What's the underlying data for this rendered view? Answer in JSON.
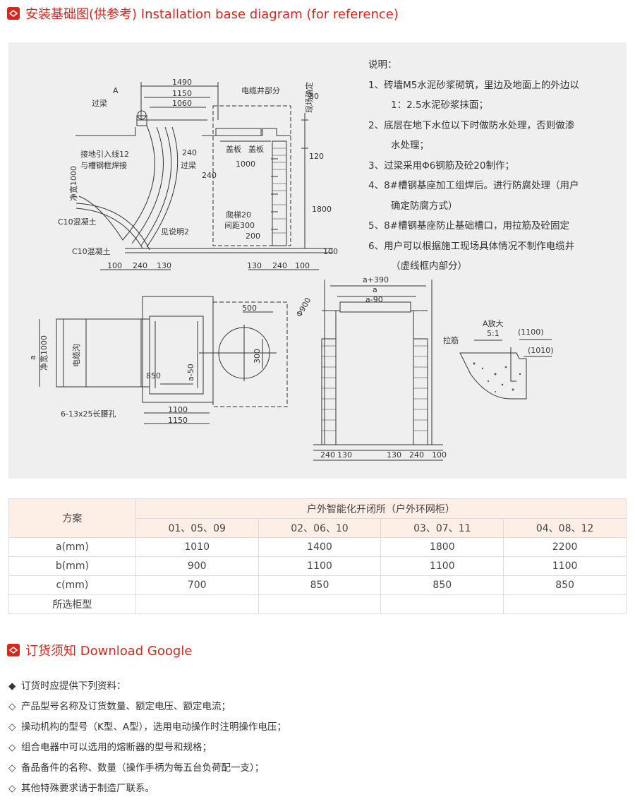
{
  "section1": {
    "title": "安装基础图(供参考) Installation base diagram (for reference)"
  },
  "section2": {
    "title": "订货须知 Download Google"
  },
  "notes": {
    "heading": "说明：",
    "lines": [
      "1、砖墙M5水泥砂浆砌筑，里边及地面上的外边以",
      "1：2.5水泥砂浆抹面；",
      "2、底层在地下水位以下时做防水处理，否则做渗",
      "水处理；",
      "3、过梁采用Φ6钢筋及砼20制作；",
      "4、8#槽钢基座加工组焊后。进行防腐处理（用户",
      "确定防腐方式）",
      "5、8#槽钢基座防止基础槽口，用拉筋及砼固定",
      "6、用户可以根据施工现场具体情况不制作电缆井",
      "（虚线框内部分）"
    ]
  },
  "labels": {
    "d1490": "1490",
    "d1150": "1150",
    "d1060": "1060",
    "A": "A",
    "guoliang": "过梁",
    "dianlanjing": "电缆井部分",
    "xianchang": "现场确定",
    "d80": "80",
    "d120": "120",
    "d240v": "240",
    "d240h": "240",
    "d1000": "1000",
    "gaiban1": "盖板",
    "gaiban2": "盖板",
    "guoliang2": "过梁",
    "jiedi1": "接地引入线12",
    "jiedi2": "与槽钢框焊接",
    "jingkuan": "净宽1000",
    "d1800": "1800",
    "pati1": "爬梯20",
    "pati2": "间距300",
    "d200": "200",
    "c10a": "C10混凝土",
    "c10b": "C10混凝土",
    "jianshuoming": "见说明2",
    "d100r": "100",
    "b100": "100",
    "b240": "240",
    "b130": "130",
    "b130r": "130",
    "b240r": "240",
    "b100r": "100",
    "a": "a",
    "jingkuan2": "净宽1000",
    "dianlangou": "电缆沟",
    "d500": "500",
    "phi900": "Φ900",
    "d300": "300",
    "am50": "a-50",
    "d850": "850",
    "kong": "6-13x25长腰孔",
    "d1100": "1100",
    "d1150b": "1150",
    "ap390": "a+390",
    "a2": "a",
    "am90": "a-90",
    "s240": "240",
    "s130": "130",
    "s130r": "130",
    "s240r": "240",
    "s100r": "100",
    "Afangda": "A放大",
    "ratio": "5:1",
    "lajin": "拉筋",
    "p1100": "(1100)",
    "p1010": "(1010)"
  },
  "table": {
    "scheme_header": "方案",
    "group_header": "户外智能化开闭所（户外环网柜）",
    "columns": [
      "01、05、09",
      "02、06、10",
      "03、07、11",
      "04、08、12"
    ],
    "rows": [
      {
        "label": "a(mm)",
        "values": [
          "1010",
          "1400",
          "1800",
          "2200"
        ]
      },
      {
        "label": "b(mm)",
        "values": [
          "900",
          "1100",
          "1100",
          "1100"
        ]
      },
      {
        "label": "c(mm)",
        "values": [
          "700",
          "850",
          "850",
          "850"
        ]
      },
      {
        "label": "所选柜型",
        "values": [
          "",
          "",
          "",
          ""
        ]
      }
    ]
  },
  "order": {
    "items": [
      {
        "mark": "◆",
        "text": "订货时应提供下列资料："
      },
      {
        "mark": "◇",
        "text": "产品型号名称及订货数量、额定电压、额定电流；"
      },
      {
        "mark": "◇",
        "text": "操动机构的型号（K型、A型），选用电动操作时注明操作电压；"
      },
      {
        "mark": "◇",
        "text": "组合电器中可以选用的熔断器的型号和规格；"
      },
      {
        "mark": "◇",
        "text": "备品备件的名称、数量（操作手柄为每五台负荷配一支）；"
      },
      {
        "mark": "◇",
        "text": "其他特殊要求请于制造厂联系。"
      }
    ]
  },
  "colors": {
    "accent": "#d9251c",
    "table_header_bg": "#fdeee6",
    "diagram_bg": "#efefef"
  }
}
